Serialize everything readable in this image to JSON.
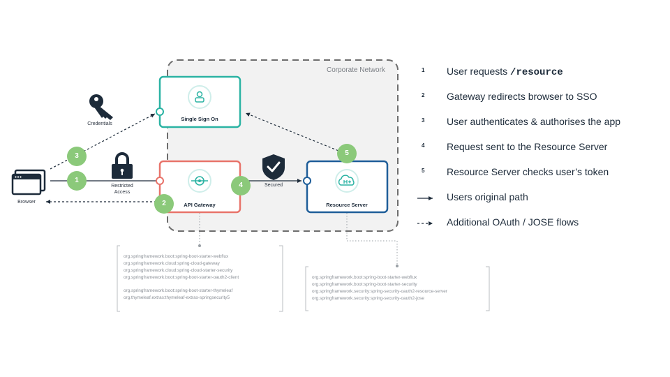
{
  "network": {
    "label": "Corporate Network"
  },
  "boxes": {
    "sso": {
      "title": "Single Sign On",
      "color": "#2bb3a3"
    },
    "gateway": {
      "title": "API Gateway",
      "color": "#e8736a"
    },
    "resource": {
      "title": "Resource Server",
      "color": "#1f5e99"
    }
  },
  "labels": {
    "browser": "Browser",
    "credentials": "Credentials",
    "restricted_line1": "Restricted",
    "restricted_line2": "Access",
    "secured": "Secured"
  },
  "badges": [
    "1",
    "2",
    "3",
    "4",
    "5"
  ],
  "gateway_deps": {
    "group1": [
      "org.springframework.boot:spring-boot-starter-webflux",
      "org.springframework.cloud:spring-cloud-gateway",
      "org.springframework.cloud:spring-cloud-starter-security",
      "org.springframework.boot:spring-boot-starter-oauth2-client"
    ],
    "group2": [
      "org.springframework.boot:spring-boot-starter-thymeleaf",
      "org.thymeleaf.extras:thymeleaf-extras-springsecurity5"
    ]
  },
  "resource_deps": [
    "org.springframework.boot:spring-boot-starter-webflux",
    "org.springframework.boot:spring-boot-starter-security",
    "org.springframework.security:spring-security-oauth2-resource-server",
    "org.springframework.security:spring-security-oauth2-jose"
  ],
  "legend": {
    "steps": [
      {
        "num": "1",
        "text_prefix": "User requests ",
        "text_code": "/resource"
      },
      {
        "num": "2",
        "text": "Gateway redirects browser to SSO"
      },
      {
        "num": "3",
        "text": "User authenticates & authorises the app"
      },
      {
        "num": "4",
        "text": "Request sent to the Resource Server"
      },
      {
        "num": "5",
        "text": "Resource Server checks user’s token"
      }
    ],
    "solid_text": "Users original path",
    "dashed_text": "Additional OAuth / JOSE flows"
  },
  "colors": {
    "badge": "#8bc97a",
    "navy": "#1d2b3a",
    "network_fill": "#f2f2f2",
    "network_border": "#6d6d6d"
  }
}
